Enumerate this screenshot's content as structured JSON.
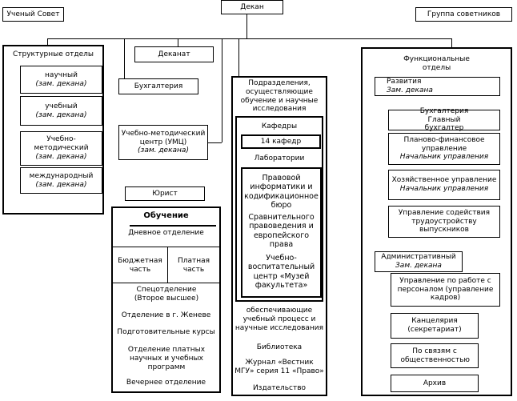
{
  "top": {
    "council": "Ученый Совет",
    "dean": "Декан",
    "advisors": "Группа советников"
  },
  "structural": {
    "title": "Структурные отделы",
    "items": [
      {
        "name": "научный",
        "sub": "(зам. декана)"
      },
      {
        "name": "учебный",
        "sub": "(зам. декана)"
      },
      {
        "name": "Учебно-методический",
        "sub": "(зам. декана)"
      },
      {
        "name": "международный",
        "sub": "(зам. декана)"
      }
    ]
  },
  "deanat": "Деканат",
  "accounting": "Бухгалтерия",
  "umc": {
    "name": "Учебно-методический центр (УМЦ)",
    "sub": "(зам. декана)"
  },
  "lawyer": "Юрист",
  "education": {
    "title": "Обучение",
    "day": "Дневное отделение",
    "budget": "Бюджетная часть",
    "paid": "Платная часть",
    "items": [
      "Спецотделение (Второе высшее)",
      "Отделение в г. Женеве",
      "Подготовительные курсы",
      "Отделение платных научных и учебных программ",
      "Вечернее отделение"
    ]
  },
  "research": {
    "title": "Подразделения, осуществляющие обучение и научные исследования",
    "chairs": "Кафедры",
    "chairs_count": "14 кафедр",
    "labs": "Лаборатории",
    "labs_items": [
      "Правовой информатики и кодификационное бюро",
      "Сравнительного правоведения и европейского права",
      "Учебно-воспитательный центр «Музей факультета»"
    ],
    "support_title": "обеспечивающие учебный процесс и научные исследования",
    "support_items": [
      "Библиотека",
      "Журнал «Вестник МГУ» серия 11 «Право»",
      "Издательство"
    ]
  },
  "functional": {
    "title": "Функциональные отделы",
    "development": {
      "name": "Развития",
      "sub": "Зам. декана"
    },
    "items": [
      {
        "name": "Бухгалтерия Главный бухгалтер",
        "sub": ""
      },
      {
        "name": "Планово-финансовое управление",
        "sub": "Начальник управления"
      },
      {
        "name": "Хозяйственное управление",
        "sub": "Начальник управления"
      },
      {
        "name": "Управление содействия трудоустройству выпускников",
        "sub": ""
      }
    ],
    "admin": {
      "name": "Административный",
      "sub": "Зам. декана"
    },
    "admin_items": [
      "Управление по работе с персоналом (управление кадров)",
      "Канцелярия (секретариат)",
      "По связям с общественностью",
      "Архив"
    ]
  }
}
